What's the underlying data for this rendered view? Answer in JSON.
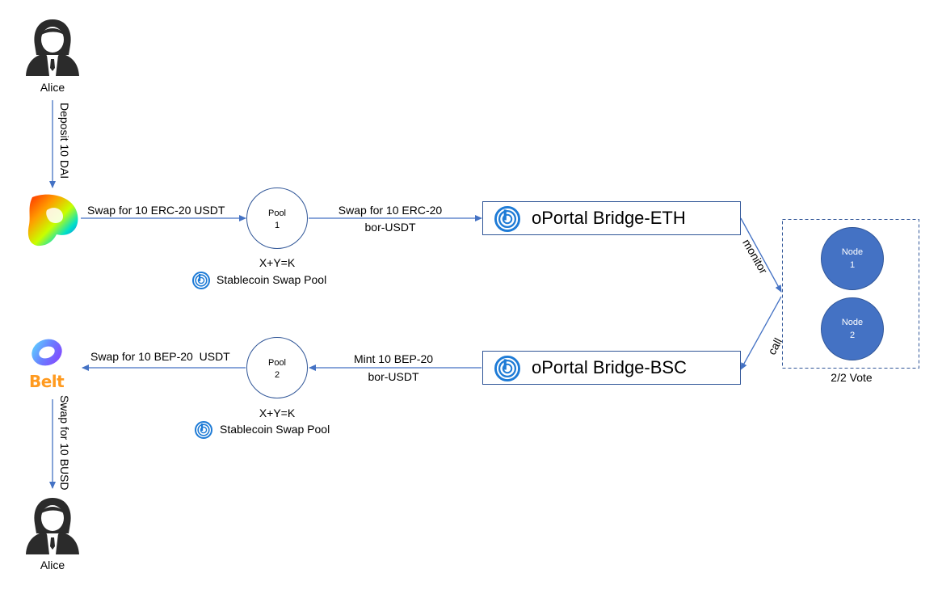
{
  "alice_top": {
    "label": "Alice"
  },
  "alice_bottom": {
    "label": "Alice"
  },
  "edges": {
    "deposit": "Deposit 10 DAI",
    "swap_erc20": "Swap for 10 ERC-20 USDT",
    "swap_bor_line1": "Swap for 10 ERC-20",
    "swap_bor_line2": "bor-USDT",
    "monitor": "monitor",
    "call": "call",
    "mint_line1": "Mint 10 BEP-20",
    "mint_line2": "bor-USDT",
    "swap_bep20": "Swap for 10 BEP-20  USDT",
    "swap_busd": "Swap for 10 BUSD"
  },
  "pool1": {
    "line1": "Pool",
    "line2": "1",
    "formula": "X+Y=K",
    "caption": "Stablecoin Swap Pool"
  },
  "pool2": {
    "line1": "Pool",
    "line2": "2",
    "formula": "X+Y=K",
    "caption": "Stablecoin Swap Pool"
  },
  "bridge_eth": {
    "label": "oPortal Bridge-ETH"
  },
  "bridge_bsc": {
    "label": "oPortal Bridge-BSC"
  },
  "node1": {
    "line1": "Node",
    "line2": "1"
  },
  "node2": {
    "line1": "Node",
    "line2": "2"
  },
  "vote": {
    "label": "2/2 Vote"
  },
  "belt_logo_text": "Belt",
  "colors": {
    "arrow": "#4472c4",
    "node_fill": "#4472c4",
    "border": "#2f5597",
    "logo_blue": "#1e7bd6"
  },
  "icons": [
    "user-icon",
    "curve-logo-icon",
    "belt-logo-icon",
    "oportal-logo-icon"
  ]
}
